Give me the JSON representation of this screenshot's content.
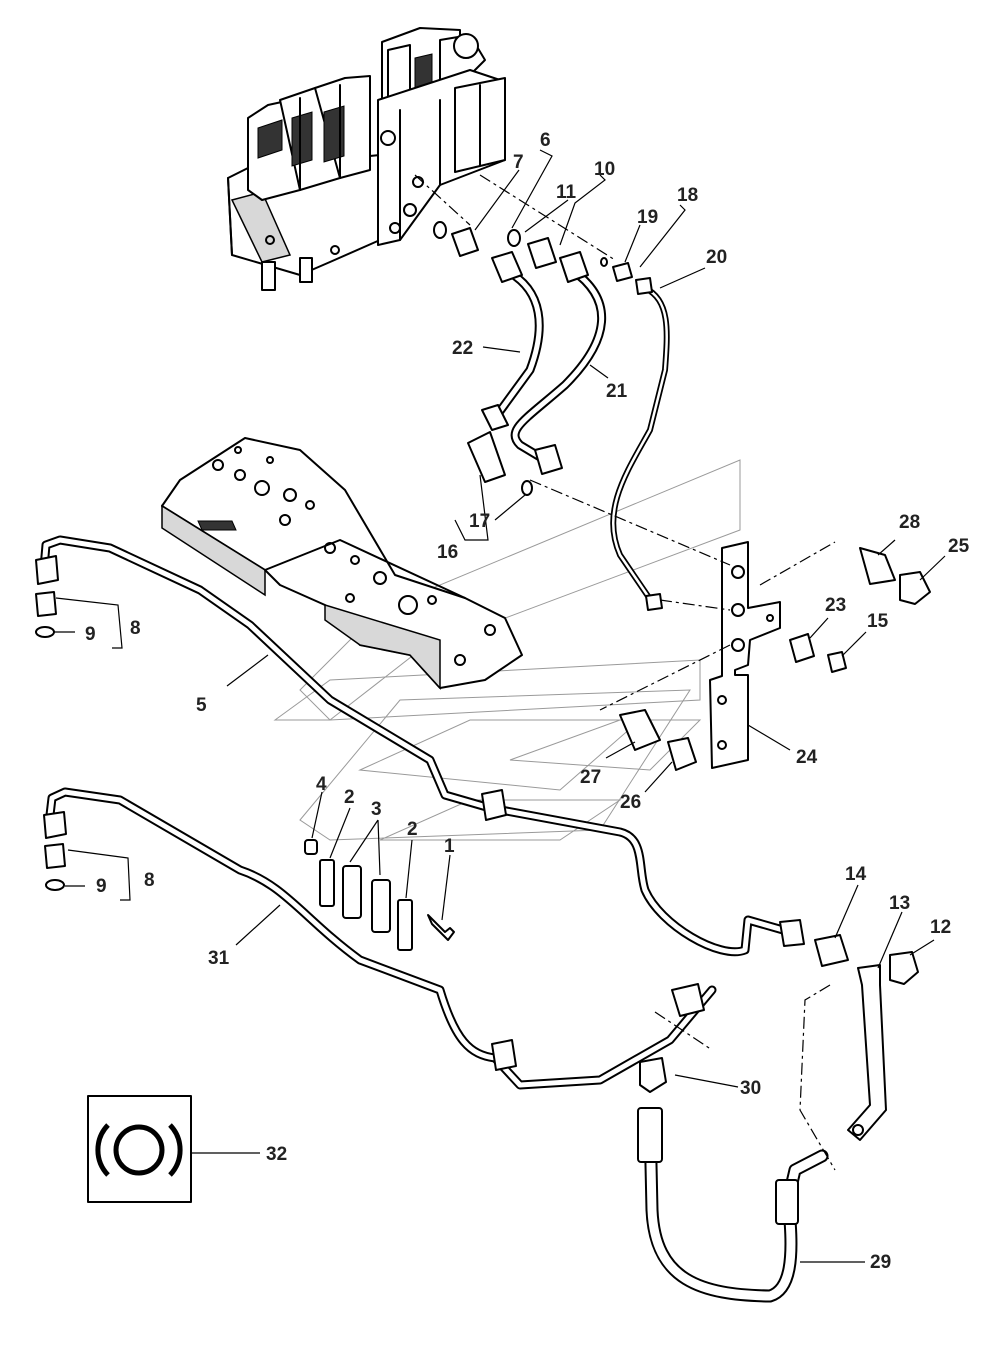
{
  "callouts": {
    "c1": "1",
    "c2a": "2",
    "c2b": "2",
    "c3": "3",
    "c4": "4",
    "c5": "5",
    "c6": "6",
    "c7": "7",
    "c8a": "8",
    "c8b": "8",
    "c9a": "9",
    "c9b": "9",
    "c10": "10",
    "c11": "11",
    "c12": "12",
    "c13": "13",
    "c14": "14",
    "c15": "15",
    "c16": "16",
    "c17": "17",
    "c18": "18",
    "c19": "19",
    "c20": "20",
    "c21": "21",
    "c22": "22",
    "c23": "23",
    "c24": "24",
    "c25": "25",
    "c26": "26",
    "c27": "27",
    "c28": "28",
    "c29": "29",
    "c30": "30",
    "c31": "31",
    "c32": "32"
  },
  "symbol_icon": "brake-circle-icon",
  "colors": {
    "line": "#000000",
    "callout_text": "#222222",
    "background": "#ffffff",
    "watermark": "#9a9a9a"
  }
}
